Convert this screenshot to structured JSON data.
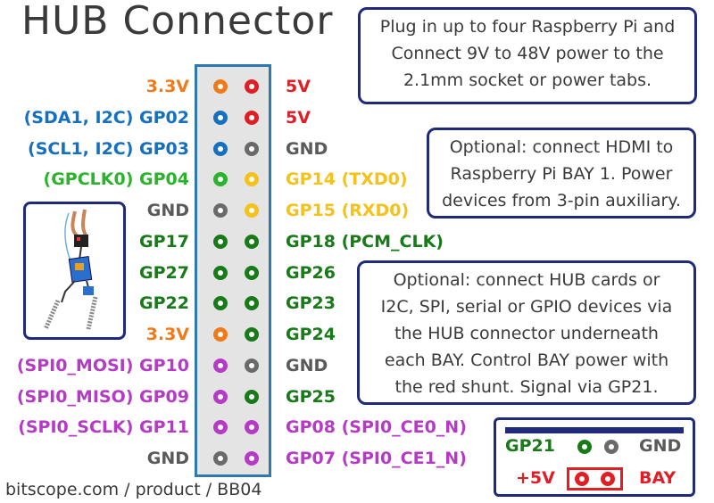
{
  "title": "HUB Connector",
  "footer": "bitscope.com / product / BB04",
  "notes": {
    "n1": [
      "Plug in up to four Raspberry Pi and",
      "Connect 9V to 48V power to the",
      "2.1mm socket or power tabs."
    ],
    "n2": [
      "Optional: connect HDMI to",
      "Raspberry Pi BAY 1. Power",
      "devices from 3-pin auxiliary."
    ],
    "n3": [
      "Optional: connect HUB cards or",
      "I2C, SPI, serial or GPIO devices via",
      "the HUB connector underneath",
      "each BAY. Control BAY power with",
      "the red shunt. Signal via GP21."
    ]
  },
  "pins": [
    {
      "left": "3.3V",
      "lc": "orange",
      "right": "5V",
      "rc": "red"
    },
    {
      "left": "(SDA1, I2C) GP02",
      "lc": "blue",
      "right": "5V",
      "rc": "red"
    },
    {
      "left": "(SCL1, I2C) GP03",
      "lc": "blue",
      "right": "GND",
      "rc": "gray"
    },
    {
      "left": "(GPCLK0) GP04",
      "lc": "green",
      "right": "GP14 (TXD0)",
      "rc": "yellow"
    },
    {
      "left": "GND",
      "lc": "gray",
      "right": "GP15 (RXD0)",
      "rc": "yellow"
    },
    {
      "left": "GP17",
      "lc": "dgreen",
      "right": "GP18 (PCM_CLK)",
      "rc": "dgreen"
    },
    {
      "left": "GP27",
      "lc": "dgreen",
      "right": "GP26",
      "rc": "dgreen"
    },
    {
      "left": "GP22",
      "lc": "dgreen",
      "right": "GP23",
      "rc": "dgreen"
    },
    {
      "left": "3.3V",
      "lc": "orange",
      "right": "GP24",
      "rc": "dgreen"
    },
    {
      "left": "(SPI0_MOSI) GP10",
      "lc": "purple",
      "right": "GND",
      "rc": "gray"
    },
    {
      "left": "(SPI0_MISO) GP09",
      "lc": "purple",
      "right": "GP25",
      "rc": "dgreen"
    },
    {
      "left": "(SPI0_SCLK) GP11",
      "lc": "purple",
      "right": "GP08 (SPI0_CE0_N)",
      "rc": "purple"
    },
    {
      "left": "GND",
      "lc": "gray",
      "right": "GP07 (SPI0_CE1_N)",
      "rc": "purple"
    }
  ],
  "legend": {
    "gp21": "GP21",
    "gnd": "GND",
    "plus5v": "+5V",
    "bay": "BAY"
  },
  "colors": {
    "orange": "#f07a1a",
    "red": "#e01e26",
    "blue": "#1570c0",
    "gray": "#5a5a5a",
    "green": "#2bb32b",
    "dgreen": "#187a18",
    "yellow": "#f4c21a",
    "purple": "#b53ac6",
    "frame": "#1f2a7a",
    "header_border": "#2e79ad"
  }
}
